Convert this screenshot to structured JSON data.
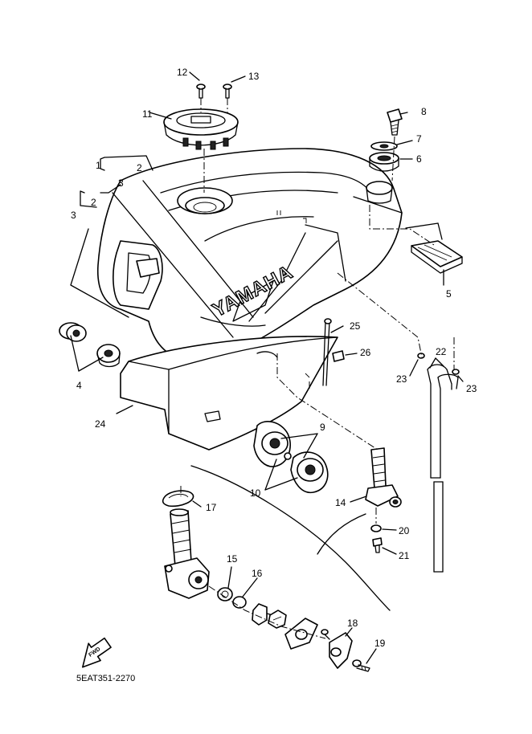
{
  "diagram": {
    "figure_code": "5EAT351-2270",
    "fwd_label": "FWD",
    "brand_label": "YAMAHA",
    "callouts": {
      "c1": "1",
      "c2": "2",
      "c2b": "2",
      "c3": "3",
      "c3b": "3",
      "c4": "4",
      "c5": "5",
      "c6": "6",
      "c7": "7",
      "c8": "8",
      "c9": "9",
      "c10": "10",
      "c11": "11",
      "c12": "12",
      "c13": "13",
      "c14": "14",
      "c15": "15",
      "c16": "16",
      "c17": "17",
      "c18": "18",
      "c19": "19",
      "c20": "20",
      "c21": "21",
      "c22": "22",
      "c23": "23",
      "c23b": "23",
      "c24": "24",
      "c25": "25",
      "c26": "26"
    }
  }
}
